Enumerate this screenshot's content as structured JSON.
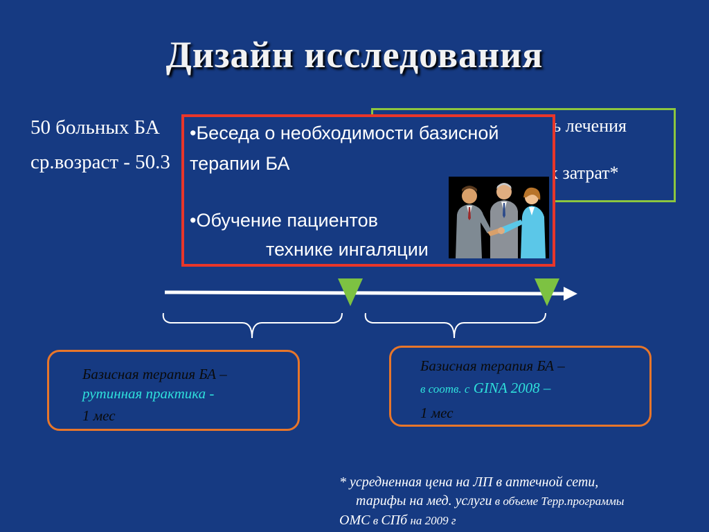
{
  "slide": {
    "title": "Дизайн исследования",
    "left_line1": "50 больных БА",
    "left_line2": "ср.возраст - 50.3",
    "green_box": {
      "line1": "ть лечения",
      "line2": "х затрат*"
    },
    "red_box": {
      "bullet1_line1": "•Беседа о необходимости базисной",
      "bullet1_line2": "терапии БА",
      "bullet2_line1": "•Обучение пациентов",
      "bullet2_line2": "технике ингаляции"
    },
    "image_icon": "business-handshake-clipart",
    "box1": {
      "line1": "Базисная терапия БА –",
      "line2": "рутинная практика",
      "line2_suffix": " -",
      "line3": "1 мес"
    },
    "box2": {
      "line1": "Базисная терапия БА –",
      "line2_part1": "в соотв. с",
      "line2_part2": " GINA 2008 –",
      "line3": "1 мес"
    },
    "footnote": {
      "line1": "* усредненная цена на ЛП в аптечной сети,",
      "line2_a": "тарифы на мед. услуги",
      "line2_b": " в объеме Терр.программы",
      "line3_a": "ОМС",
      "line3_b": " в ",
      "line3_c": "СПб",
      "line3_d": " на 2009 г"
    },
    "colors": {
      "background": "#163a82",
      "red_border": "#e8362a",
      "green_border": "#8cc63f",
      "orange_border": "#e8762a",
      "marker": "#7dc242",
      "cyan_text": "#2fe0dc"
    }
  }
}
